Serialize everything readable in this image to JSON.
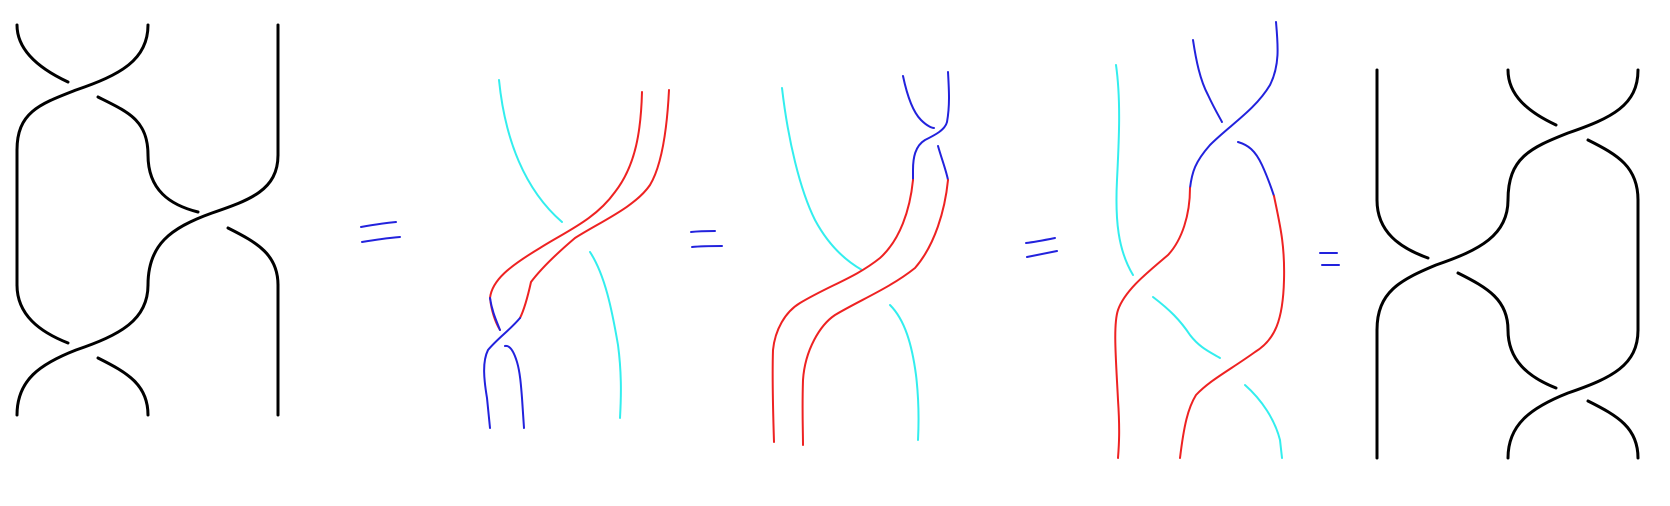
{
  "colors": {
    "background": "#ffffff",
    "strand_black": "#000000",
    "strand_cyan": "#33eeee",
    "strand_red": "#ee2222",
    "strand_blue": "#2222dd",
    "equals_sign": "#2222dd"
  },
  "figure": {
    "panels": [
      {
        "id": "braid-1",
        "style": "ink",
        "strands": 3,
        "crossings": 3
      },
      {
        "id": "braid-2",
        "style": "hand-drawn",
        "strands": 4,
        "crossings": 3
      },
      {
        "id": "braid-3",
        "style": "hand-drawn",
        "strands": 4,
        "crossings": 3
      },
      {
        "id": "braid-4",
        "style": "hand-drawn",
        "strands": 4,
        "crossings": 4
      },
      {
        "id": "braid-5",
        "style": "ink",
        "strands": 3,
        "crossings": 3
      }
    ],
    "relations": [
      "equals",
      "equals",
      "equals",
      "equals"
    ]
  }
}
